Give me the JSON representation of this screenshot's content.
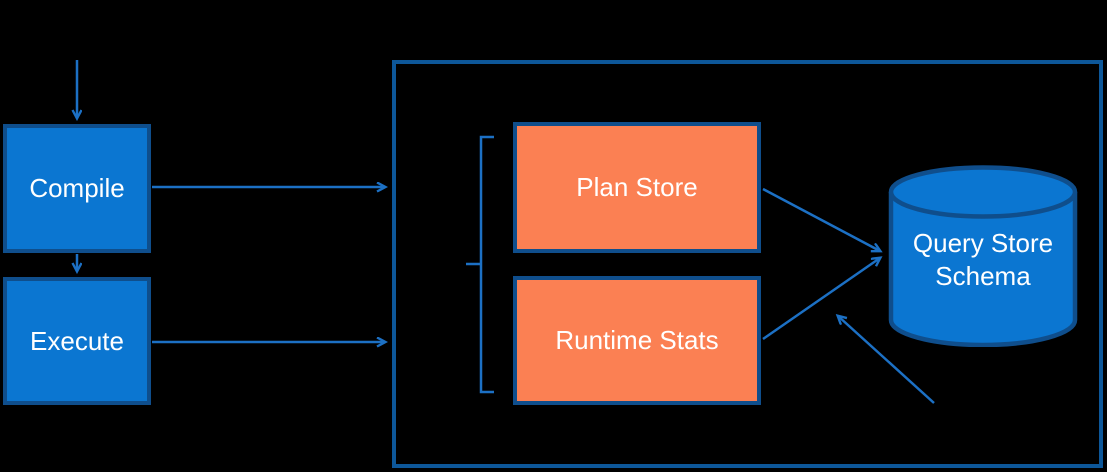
{
  "theme": {
    "background": "#000000",
    "node_fill_blue": "#0B76D1",
    "node_border": "#0F4E8C",
    "container_border": "#0D5799",
    "orange_fill": "#FB8053",
    "arrow_color": "#1C70C4",
    "text_color": "#FFFFFF"
  },
  "nodes": {
    "compile": {
      "label": "Compile"
    },
    "execute": {
      "label": "Execute"
    },
    "plan_store": {
      "label": "Plan Store"
    },
    "runtime_stats": {
      "label": "Runtime Stats"
    },
    "query_store_schema": {
      "label": "Query Store Schema"
    }
  },
  "edges": [
    {
      "from": "top-input",
      "to": "compile"
    },
    {
      "from": "compile",
      "to": "execute"
    },
    {
      "from": "compile",
      "to": "query-store-container"
    },
    {
      "from": "execute",
      "to": "query-store-container"
    },
    {
      "from": "plan-store",
      "to": "query-store-schema"
    },
    {
      "from": "runtime-stats",
      "to": "query-store-schema"
    },
    {
      "from": "bottom-right-input",
      "to": "query-store-schema"
    }
  ]
}
